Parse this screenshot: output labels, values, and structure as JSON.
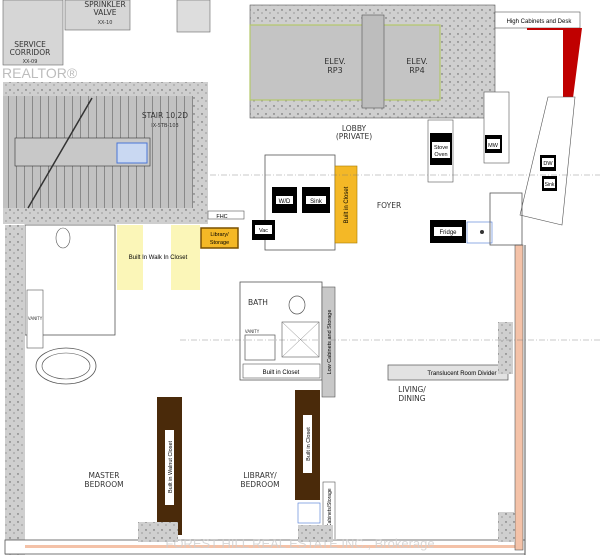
{
  "logo": {
    "text": "REALTOR®"
  },
  "watermark": {
    "text": "FOREST HILL REAL ESTATE INC., Brokerage"
  },
  "rooms": {
    "sprinkler": "SPRINKLER VALVE",
    "sprinkler_l1": "SPRINKLER",
    "sprinkler_l2": "VALVE",
    "sprinkler_tag": "XX-10",
    "service_l1": "SERVICE",
    "service_l2": "CORRIDOR",
    "service_tag": "XX-09",
    "stair": "STAIR 10,2D",
    "stair_tag": "IX-STB-103",
    "elev3_l1": "ELEV.",
    "elev3_l2": "RP3",
    "elev4_l1": "ELEV.",
    "elev4_l2": "RP4",
    "lobby_l1": "LOBBY",
    "lobby_l2": "(PRIVATE)",
    "foyer": "FOYER",
    "bath": "BATH",
    "vanity": "VANITY",
    "master_l1": "MASTER",
    "master_l2": "BEDROOM",
    "library_l1": "LIBRARY/",
    "library_l2": "BEDROOM",
    "living_l1": "LIVING/",
    "living_l2": "DINING",
    "fhc": "FHC"
  },
  "fixtures": {
    "high_cabinets": "High Cabinets and Desk",
    "stove_l1": "Stove",
    "stove_l2": "Oven",
    "mw": "MW",
    "dw": "DW",
    "kitchen_sink": "Sink",
    "fridge": "Fridge",
    "wd": "W/D",
    "laundry_sink": "Sink",
    "vac": "Vac",
    "library_storage_l1": "Library/",
    "library_storage_l2": "Storage",
    "foyer_closet": "Built in Closet",
    "walk_in_closet": "Built In Walk In Closet",
    "bath_closet": "Built in Closet",
    "low_cabinets_storage": "Low Cabinets and Storage",
    "walnut_closet": "Built in Walnut Closet",
    "library_closet": "Built in Closet",
    "low_cabinets_storage_2": "Low Cabinets/Storage",
    "room_divider": "Translucent Room Divider"
  },
  "colors": {
    "concrete": "#c8c8c8",
    "elevator_green": "#cfe0a0",
    "red_cabinet": "#c00000",
    "yellow_closet": "#f4b826",
    "pale_yellow": "#fbf6b8",
    "walnut": "#4a2a0a",
    "appliance": "#000000"
  }
}
